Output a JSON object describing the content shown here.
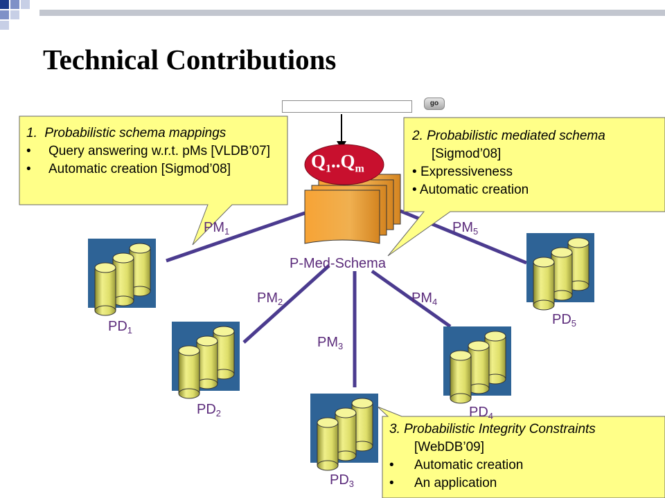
{
  "title": "Technical Contributions",
  "search": {
    "value": "",
    "go_label": "go"
  },
  "query": {
    "main": "Q",
    "sub1": "1",
    "sep": "..",
    "main2": "Q",
    "sub2": "m"
  },
  "schema_label": "P-Med-Schema",
  "mappings": [
    {
      "main": "PM",
      "sub": "1"
    },
    {
      "main": "PM",
      "sub": "2"
    },
    {
      "main": "PM",
      "sub": "3"
    },
    {
      "main": "PM",
      "sub": "4"
    },
    {
      "main": "PM",
      "sub": "5"
    }
  ],
  "sources": [
    {
      "main": "PD",
      "sub": "1"
    },
    {
      "main": "PD",
      "sub": "2"
    },
    {
      "main": "PD",
      "sub": "3"
    },
    {
      "main": "PD",
      "sub": "4"
    },
    {
      "main": "PD",
      "sub": "5"
    }
  ],
  "callouts": {
    "c1": {
      "heading": "1.  Probabilistic schema mappings",
      "items": [
        "Query answering w.r.t. pMs [VLDB’07]",
        "Automatic creation [Sigmod’08]"
      ]
    },
    "c2": {
      "heading": "2. Probabilistic mediated schema",
      "ref": "[Sigmod’08]",
      "items": [
        "Expressiveness",
        "Automatic creation"
      ]
    },
    "c3": {
      "heading": "3. Probabilistic Integrity Constraints",
      "ref": "[WebDB’09]",
      "items": [
        "Automatic creation",
        "An application"
      ]
    }
  },
  "colors": {
    "accent_green": "#9cbb58",
    "line_purple": "#4b3b8f",
    "source_blue": "#2e6396",
    "callout_fill": "#ffff88",
    "schema_orange": "#f7a335"
  }
}
